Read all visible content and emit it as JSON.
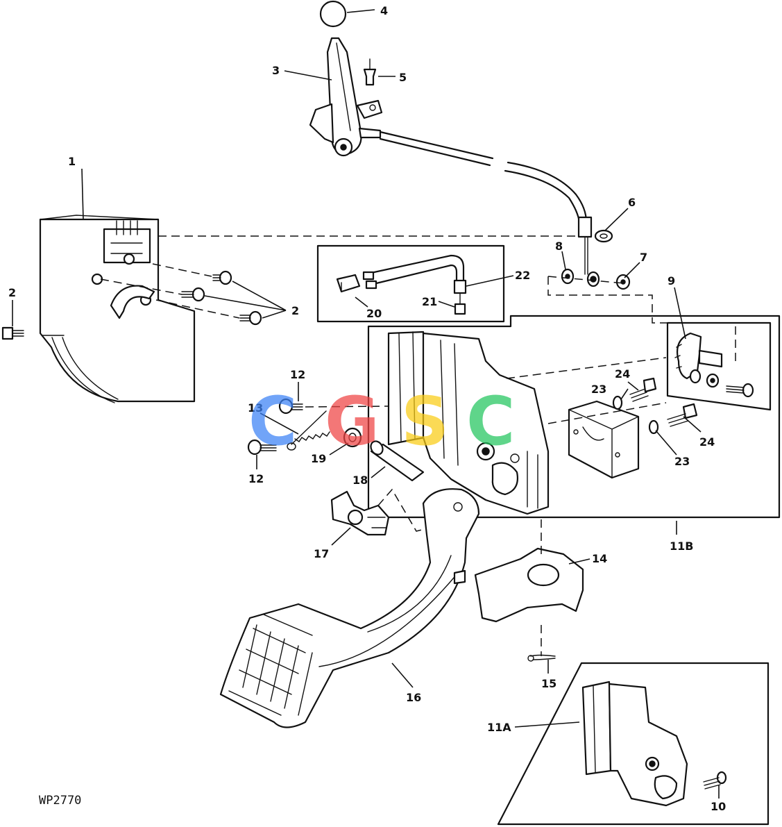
{
  "drawing_code": "WP2770",
  "callouts": {
    "c1": "1",
    "c2a": "2",
    "c2b": "2",
    "c3": "3",
    "c4": "4",
    "c5": "5",
    "c6": "6",
    "c7": "7",
    "c8": "8",
    "c9": "9",
    "c10": "10",
    "c11a": "11A",
    "c11b": "11B",
    "c12a": "12",
    "c12b": "12",
    "c13": "13",
    "c14": "14",
    "c15": "15",
    "c16": "16",
    "c17": "17",
    "c18": "18",
    "c19": "19",
    "c20": "20",
    "c21": "21",
    "c22": "22",
    "c23a": "23",
    "c23b": "23",
    "c24a": "24",
    "c24b": "24"
  },
  "watermark": {
    "letters": [
      "C",
      "G",
      "S",
      "C"
    ],
    "colors": [
      "#3b82f6",
      "#ef4444",
      "#facc15",
      "#22c55e"
    ]
  }
}
